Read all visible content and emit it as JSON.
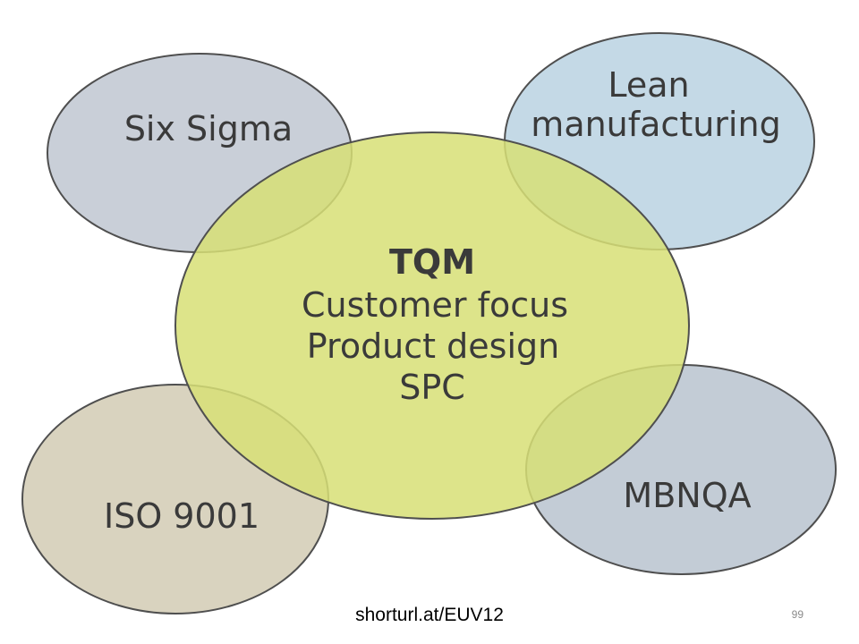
{
  "diagram": {
    "center": {
      "title": "TQM",
      "lines": [
        "Customer focus",
        "Product design",
        "SPC"
      ],
      "color": "#d7df76"
    },
    "satellites": [
      {
        "id": "six-sigma",
        "label_lines": [
          "Six Sigma"
        ],
        "color": "#c9cfd8"
      },
      {
        "id": "lean-manufacturing",
        "label_lines": [
          "Lean",
          "manufacturing"
        ],
        "color": "#c4d9e6"
      },
      {
        "id": "iso-9001",
        "label_lines": [
          "ISO 9001"
        ],
        "color": "#d9d3bf"
      },
      {
        "id": "mbnqa",
        "label_lines": [
          "MBNQA"
        ],
        "color": "#c3ccd6"
      }
    ],
    "outline_color": "#4f4f4f"
  },
  "footer": {
    "source": "shorturl.at/EUV12",
    "slide_number": "99"
  }
}
